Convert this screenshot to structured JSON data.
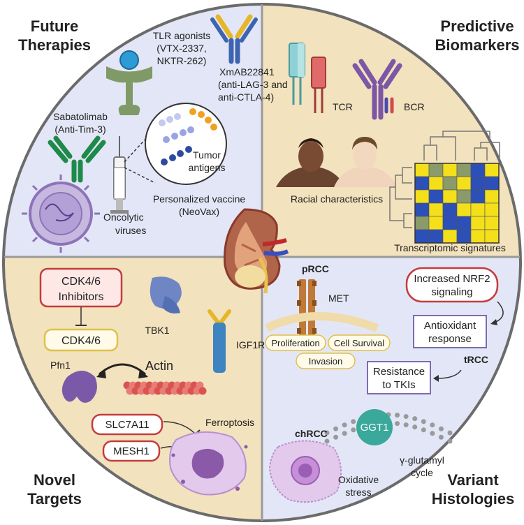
{
  "quadrants": {
    "future_therapies": {
      "title_lines": [
        "Future",
        "Therapies"
      ],
      "tlr_agonists": [
        "TLR agonists",
        "(VTX-2337,",
        "NKTR-262)"
      ],
      "xmab": [
        "XmAB22841",
        "(anti-LAG-3 and",
        "anti-CTLA-4)"
      ],
      "sabatolimab": [
        "Sabatolimab",
        "(Anti-Tim-3)"
      ],
      "tumor_antigens": [
        "Tumor",
        "antigens"
      ],
      "vaccine": [
        "Personalized vaccine",
        "(NeoVax)"
      ],
      "oncolytic": [
        "Oncolytic",
        "viruses"
      ]
    },
    "predictive_biomarkers": {
      "title_lines": [
        "Predictive",
        "Biomarkers"
      ],
      "tcr": "TCR",
      "bcr": "BCR",
      "racial": "Racial characteristics",
      "transcriptomic": "Transcriptomic signatures"
    },
    "novel_targets": {
      "title_lines": [
        "Novel",
        "Targets"
      ],
      "cdk_inhibitors": [
        "CDK4/6",
        "Inhibitors"
      ],
      "cdk": "CDK4/6",
      "tbk1": "TBK1",
      "igf1r": "IGF1R",
      "pfn1": "Pfn1",
      "actin": "Actin",
      "slc7a11": "SLC7A11",
      "mesh1": "MESH1",
      "ferroptosis": "Ferroptosis"
    },
    "variant_histologies": {
      "title_lines": [
        "Variant",
        "Histologies"
      ],
      "prcc": "pRCC",
      "met": "MET",
      "proliferation": "Proliferation",
      "cell_survival": "Cell Survival",
      "invasion": "Invasion",
      "nrf2": [
        "Increased NRF2",
        "signaling"
      ],
      "antioxidant": [
        "Antioxidant",
        "response"
      ],
      "trcc": "tRCC",
      "resistance": [
        "Resistance",
        "to TKIs"
      ],
      "ggt1": "GGT1",
      "chrcc": "chRCC",
      "glutamyl": [
        "γ-glutamyl",
        "cycle"
      ],
      "oxidative": [
        "Oxidative",
        "stress"
      ]
    }
  },
  "colors": {
    "blue_quadrant": "#e3e6f6",
    "tan_quadrant": "#f2e2bd",
    "red_border": "#c43c3c",
    "purple_border": "#7d6bb0",
    "yellow_border": "#e0c04a"
  },
  "heatmap": {
    "values": [
      [
        1,
        0,
        1,
        0,
        -1,
        1
      ],
      [
        -1,
        1,
        0,
        1,
        -1,
        -1
      ],
      [
        1,
        -1,
        1,
        0,
        -1,
        1
      ],
      [
        -1,
        1,
        -1,
        1,
        1,
        1
      ],
      [
        0,
        1,
        -1,
        -1,
        1,
        1
      ],
      [
        -1,
        -1,
        1,
        -1,
        1,
        1
      ]
    ]
  }
}
